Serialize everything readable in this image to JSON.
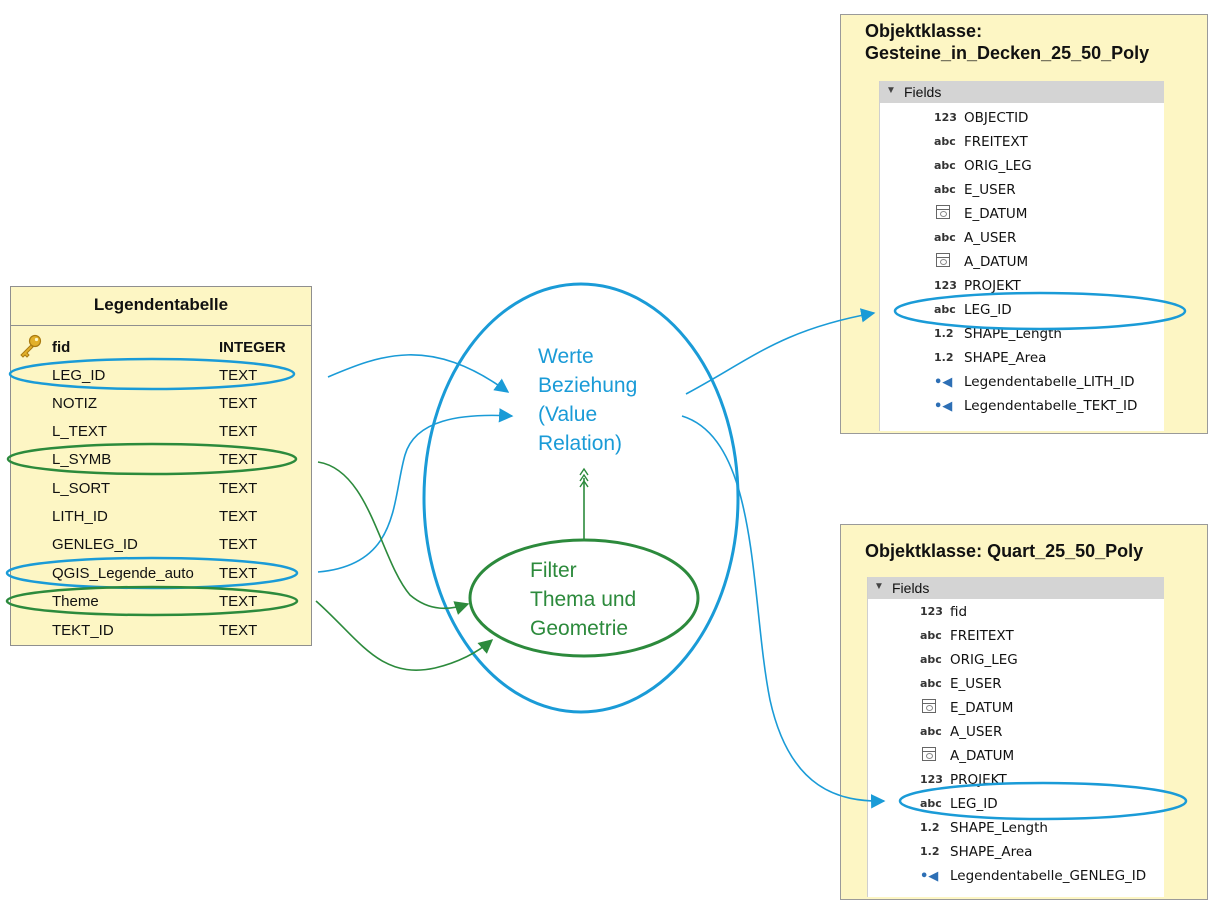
{
  "legendentabelle": {
    "title": "Legendentabelle",
    "rows": [
      {
        "name": "fid",
        "type": "INTEGER"
      },
      {
        "name": "LEG_ID",
        "type": "TEXT"
      },
      {
        "name": "NOTIZ",
        "type": "TEXT"
      },
      {
        "name": "L_TEXT",
        "type": "TEXT"
      },
      {
        "name": "L_SYMB",
        "type": "TEXT"
      },
      {
        "name": "L_SORT",
        "type": "TEXT"
      },
      {
        "name": "LITH_ID",
        "type": "TEXT"
      },
      {
        "name": "GENLEG_ID",
        "type": "TEXT"
      },
      {
        "name": "QGIS_Legende_auto",
        "type": "TEXT"
      },
      {
        "name": "Theme",
        "type": "TEXT"
      },
      {
        "name": "TEKT_ID",
        "type": "TEXT"
      }
    ]
  },
  "center": {
    "werte_lines": [
      "Werte",
      "Beziehung",
      "(Value",
      "Relation)"
    ],
    "filter_lines": [
      "Filter",
      "Thema und",
      "Geometrie"
    ]
  },
  "panel_top": {
    "title_line1": "Objektklasse:",
    "title_line2": "Gesteine_in_Decken_25_50_Poly",
    "fields_label": "Fields",
    "fields": [
      {
        "icon": "123",
        "name": "OBJECTID"
      },
      {
        "icon": "abc",
        "name": "FREITEXT"
      },
      {
        "icon": "abc",
        "name": "ORIG_LEG"
      },
      {
        "icon": "abc",
        "name": "E_USER"
      },
      {
        "icon": "date",
        "name": "E_DATUM"
      },
      {
        "icon": "abc",
        "name": "A_USER"
      },
      {
        "icon": "date",
        "name": "A_DATUM"
      },
      {
        "icon": "123",
        "name": "PROJEKT"
      },
      {
        "icon": "abc",
        "name": "LEG_ID"
      },
      {
        "icon": "1.2",
        "name": "SHAPE_Length"
      },
      {
        "icon": "1.2",
        "name": "SHAPE_Area"
      },
      {
        "icon": "rel",
        "name": "Legendentabelle_LITH_ID"
      },
      {
        "icon": "rel",
        "name": "Legendentabelle_TEKT_ID"
      }
    ]
  },
  "panel_bottom": {
    "title": "Objektklasse: Quart_25_50_Poly",
    "fields_label": "Fields",
    "fields": [
      {
        "icon": "123",
        "name": "fid"
      },
      {
        "icon": "abc",
        "name": "FREITEXT"
      },
      {
        "icon": "abc",
        "name": "ORIG_LEG"
      },
      {
        "icon": "abc",
        "name": "E_USER"
      },
      {
        "icon": "date",
        "name": "E_DATUM"
      },
      {
        "icon": "abc",
        "name": "A_USER"
      },
      {
        "icon": "date",
        "name": "A_DATUM"
      },
      {
        "icon": "123",
        "name": "PROJEKT"
      },
      {
        "icon": "abc",
        "name": "LEG_ID"
      },
      {
        "icon": "1.2",
        "name": "SHAPE_Length"
      },
      {
        "icon": "1.2",
        "name": "SHAPE_Area"
      },
      {
        "icon": "rel",
        "name": "Legendentabelle_GENLEG_ID"
      }
    ]
  },
  "colors": {
    "blue": "#1a9bd7",
    "green": "#2c8a3c",
    "panel_bg": "#fdf6c4"
  }
}
